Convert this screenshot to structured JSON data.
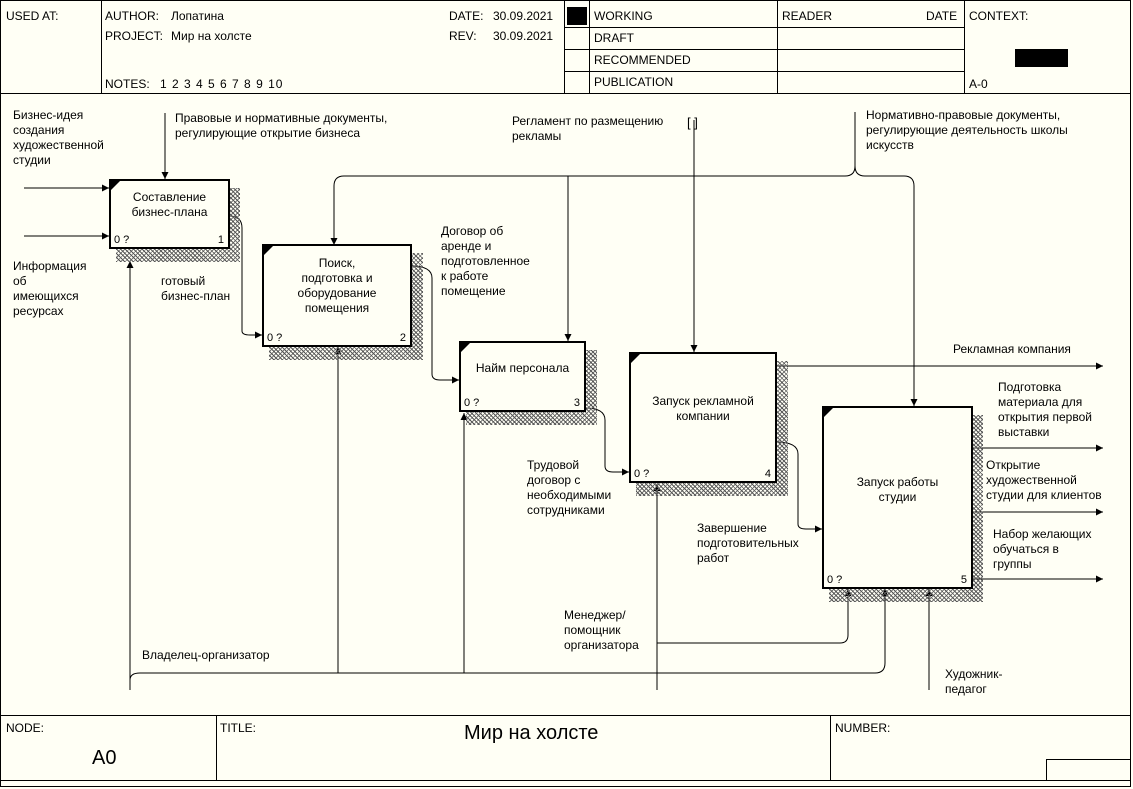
{
  "header": {
    "used_at_label": "USED AT:",
    "author_label": "AUTHOR:",
    "author": "Лопатина",
    "project_label": "PROJECT:",
    "project": "Мир на холсте",
    "date_label": "DATE:",
    "date": "30.09.2021",
    "rev_label": "REV:",
    "rev": "30.09.2021",
    "notes_label": "NOTES:",
    "notes": "1 2 3 4 5 6 7 8 9 10",
    "statuses": [
      "WORKING",
      "DRAFT",
      "RECOMMENDED",
      "PUBLICATION"
    ],
    "reader_label": "READER",
    "reader_date_label": "DATE",
    "context_label": "CONTEXT:",
    "context_node": "A-0"
  },
  "boxes": [
    {
      "title": "Составление\nбизнес-плана",
      "cost": "0 ?",
      "number": "1"
    },
    {
      "title": "Поиск,\nподготовка и\nоборудование\nпомещения",
      "cost": "0 ?",
      "number": "2"
    },
    {
      "title": "Найм персонала",
      "cost": "0 ?",
      "number": "3"
    },
    {
      "title": "Запуск рекламной\nкомпании",
      "cost": "0 ?",
      "number": "4"
    },
    {
      "title": "Запуск работы\nстудии",
      "cost": "0 ?",
      "number": "5"
    }
  ],
  "labels": {
    "input_idea": "Бизнес-идея\nсоздания\nхудожественной\nстудии",
    "input_resources": "Информация\nоб\nимеющихся\nресурсах",
    "control_docs": "Правовые и нормативные документы,\nрегулирующие открытие бизнеса",
    "control_ads": "Регламент по размещению\nрекламы",
    "control_school": "Нормативно-правовые документы,\nрегулирующие деятельность школы\nискусств",
    "ready_plan": "готовый\nбизнес-план",
    "lease": "Договор об\nаренде и\nподготовленное\nк работе\nпомещение",
    "labor_contract": "Трудовой\nдоговор с\nнеобходимыми\nсотрудниками",
    "prep_done": "Завершение\nподготовительных\nработ",
    "output_campaign": "Рекламная компания",
    "output_exhibition": "Подготовка\nматериала для\nоткрытия первой\nвыставки",
    "output_opening": "Открытие\nхудожественной\nстудии для клиентов",
    "output_groups": "Набор желающих\nобучаться в\nгруппы",
    "mech_owner": "Владелец-организатор",
    "mech_manager": "Менеджер/\nпомощник\nорганизатора",
    "mech_artist": "Художник-\nпедагог",
    "tunnel": "[ ]"
  },
  "footer": {
    "node_label": "NODE:",
    "node": "A0",
    "title_label": "TITLE:",
    "title": "Мир на холсте",
    "number_label": "NUMBER:"
  }
}
